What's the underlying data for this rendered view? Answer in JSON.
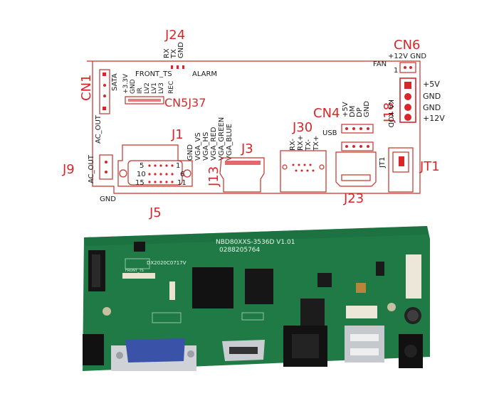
{
  "labels": {
    "J24": "J24",
    "RX": "RX",
    "TX": "TX",
    "GND": "GND",
    "FRONT_TS": "FRONT_TS",
    "ALARM": "ALARM",
    "CN1": "CN1",
    "SATA": "SATA",
    "p33v": "+3.3V",
    "IR": "IR",
    "GND2": "GND",
    "LV1": "LV1",
    "LV2": "LV2",
    "LV3": "LV3",
    "REC": "REC",
    "CN5J37": "CN5J37",
    "J1": "J1",
    "AC_OUT1": "AC_OUT",
    "AC_OUT2": "AC_OUT",
    "GND3": "GND",
    "VGA_VS": "VGA_VS",
    "VGA_HS": "VGA_HS",
    "VGA_RED": "VGA_RED",
    "VGA_GREEN": "VGA_GREEN",
    "VGA_BLUE": "VGA_BLUE",
    "J3": "J3",
    "J13": "J13",
    "J9": "J9",
    "pin5": "5",
    "pin1": "1",
    "pin10": "10",
    "pin6": "6",
    "pin15": "15",
    "pin11": "11",
    "GND4": "GND",
    "J5": "J5",
    "J30": "J30",
    "RXm": "RX-",
    "RXp": "RX+",
    "TXm": "TX-",
    "TXp": "TX+",
    "CN4": "CN4",
    "p5v": "+5V",
    "DM": "DM",
    "DP": "DP",
    "GND5": "GND",
    "USB": "USB",
    "J18": "J18",
    "J23": "J23",
    "CN6": "CN6",
    "p12v_gnd": "+12V GND",
    "FAN": "FAN",
    "fan1": "1",
    "KA": "KA",
    "KOD": "KOD",
    "p5v_right": "+5V",
    "GND6": "GND",
    "GND7": "GND",
    "p12v_right": "+12V",
    "JT1_small": "JT1",
    "JT1": "JT1"
  },
  "board": {
    "model_text": "NBD80XXS-3536D V1.01",
    "serial_text": "0288205764",
    "date_text": "DX2020C0717V",
    "label_silk": "FRONT_TS"
  },
  "colors": {
    "pcb_green": "#1f7a45",
    "label_red": "#d8262b",
    "outline": "#c9302c",
    "vga_blue": "#3a53a8"
  }
}
